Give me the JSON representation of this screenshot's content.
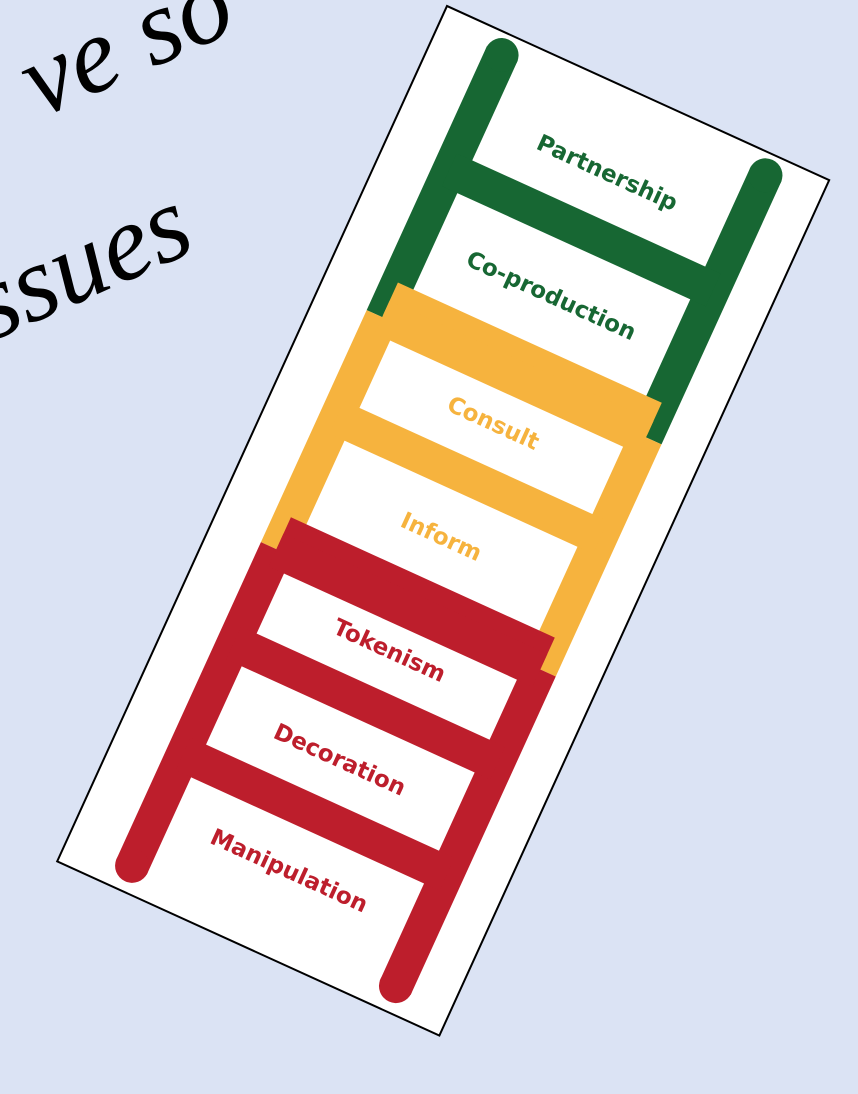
{
  "background_text": {
    "line1": "ve so",
    "line2": "ssues"
  },
  "ladder": {
    "colors": {
      "top": "#176733",
      "middle": "#f6b33e",
      "bottom": "#bd1e2c",
      "card": "#ffffff",
      "page": "#dbe3f4"
    },
    "rungs": [
      {
        "label": "Partnership",
        "color": "#176733"
      },
      {
        "label": "Co-production",
        "color": "#176733"
      },
      {
        "label": "Consult",
        "color": "#f6b33e"
      },
      {
        "label": "Inform",
        "color": "#f6b33e"
      },
      {
        "label": "Tokenism",
        "color": "#bd1e2c"
      },
      {
        "label": "Decoration",
        "color": "#bd1e2c"
      },
      {
        "label": "Manipulation",
        "color": "#bd1e2c"
      }
    ]
  }
}
